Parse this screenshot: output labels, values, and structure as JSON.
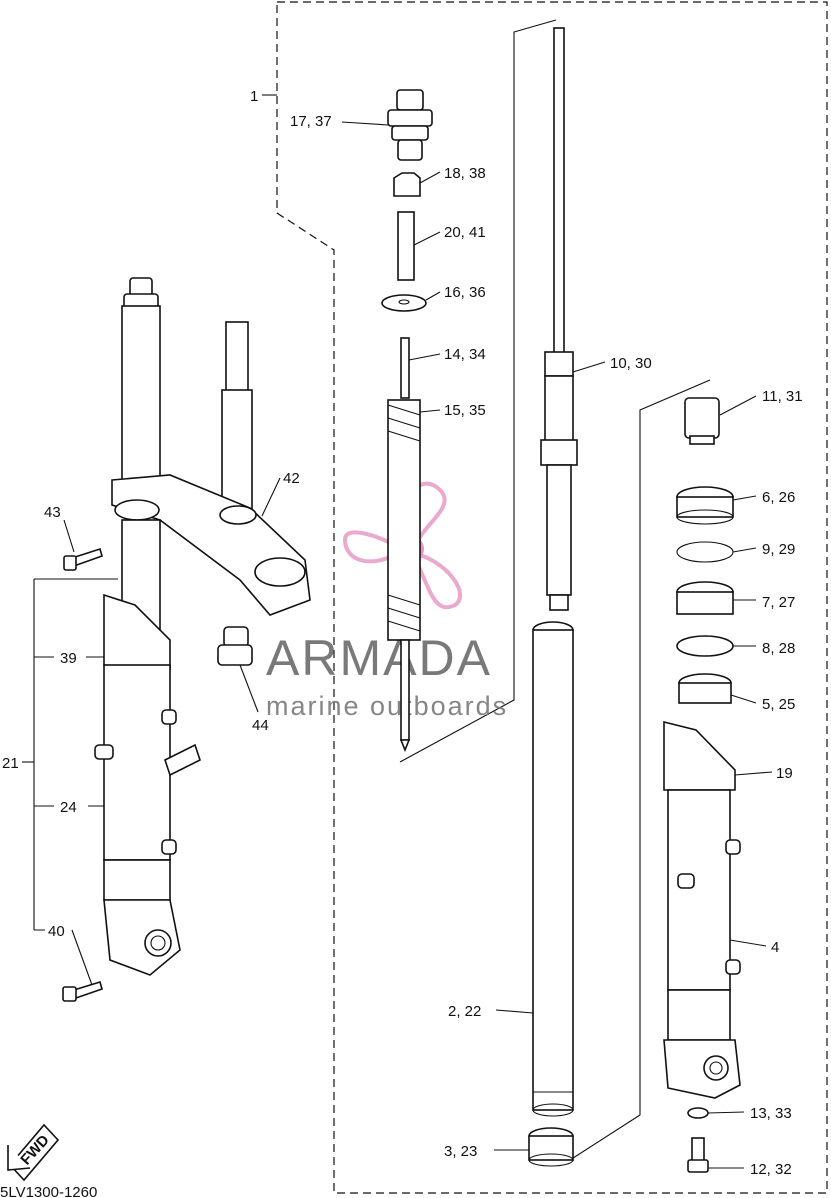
{
  "diagram": {
    "code": "5LV1300-1260",
    "fwd_label": "FWD",
    "labels": {
      "l1": "1",
      "l17": "17, 37",
      "l18": "18, 38",
      "l20": "20, 41",
      "l16": "16, 36",
      "l14": "14, 34",
      "l15": "15, 35",
      "l10": "10, 30",
      "l11": "11, 31",
      "l6": "6, 26",
      "l9": "9, 29",
      "l7": "7, 27",
      "l8": "8, 28",
      "l5": "5, 25",
      "l19": "19",
      "l4": "4",
      "l2": "2, 22",
      "l3": "3, 23",
      "l13": "13, 33",
      "l12": "12, 32",
      "l42": "42",
      "l43": "43",
      "l44": "44",
      "l39": "39",
      "l21": "21",
      "l24": "24",
      "l40": "40"
    }
  },
  "watermark": {
    "brand": "ARMADA",
    "tagline": "marine outboards",
    "colors": {
      "propeller": "#e8a0c8",
      "hub": "#e28ac0",
      "text": "#6b6b6b"
    }
  }
}
